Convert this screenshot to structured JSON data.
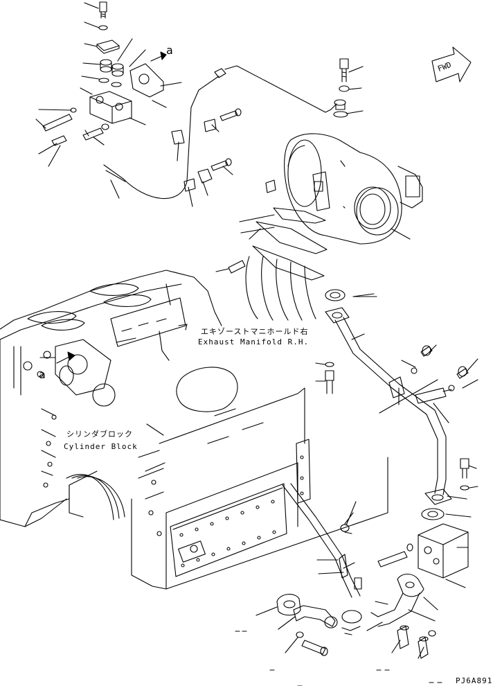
{
  "diagram": {
    "labels": {
      "exhaust_manifold_jp": "エキゾーストマニホールド右",
      "exhaust_manifold_en": "Exhaust Manifold R.H.",
      "cylinder_block_jp": "シリンダブロック",
      "cylinder_block_en": "Cylinder Block",
      "detail_a_top": "a",
      "detail_a_left": "a",
      "fwd": "FWD",
      "drawing_code": "PJ6A891"
    }
  }
}
